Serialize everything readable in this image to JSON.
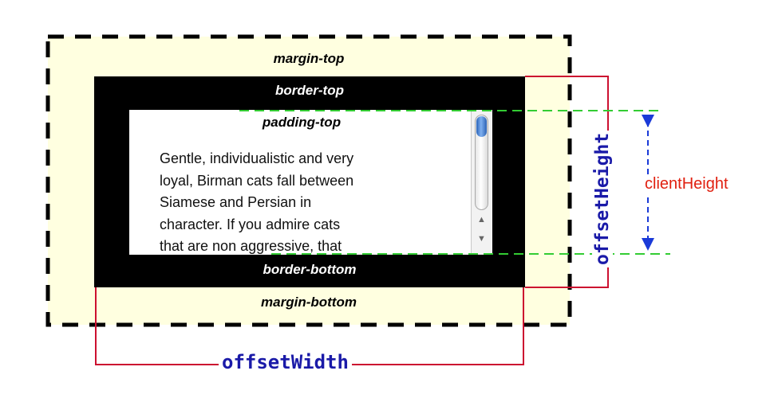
{
  "box_model": {
    "margin_top": "margin-top",
    "border_top": "border-top",
    "padding_top": "padding-top",
    "border_bottom": "border-bottom",
    "margin_bottom": "margin-bottom",
    "content_lines": [
      "Gentle, individualistic and very",
      "loyal, Birman cats fall between",
      "Siamese and Persian in",
      "character. If you admire cats",
      "that are non aggressive, that"
    ]
  },
  "measurements": {
    "offset_width": "offsetWidth",
    "offset_height": "offsetHeight",
    "client_height": "clientHeight"
  },
  "colors": {
    "margin_fill": "#ffffe0",
    "border_fill": "#000000",
    "offset_line": "#cc1030",
    "client_line": "#33cc33",
    "client_arrow": "#1a3ad8",
    "client_label": "#e02010",
    "offset_label": "#1a1aa8"
  }
}
